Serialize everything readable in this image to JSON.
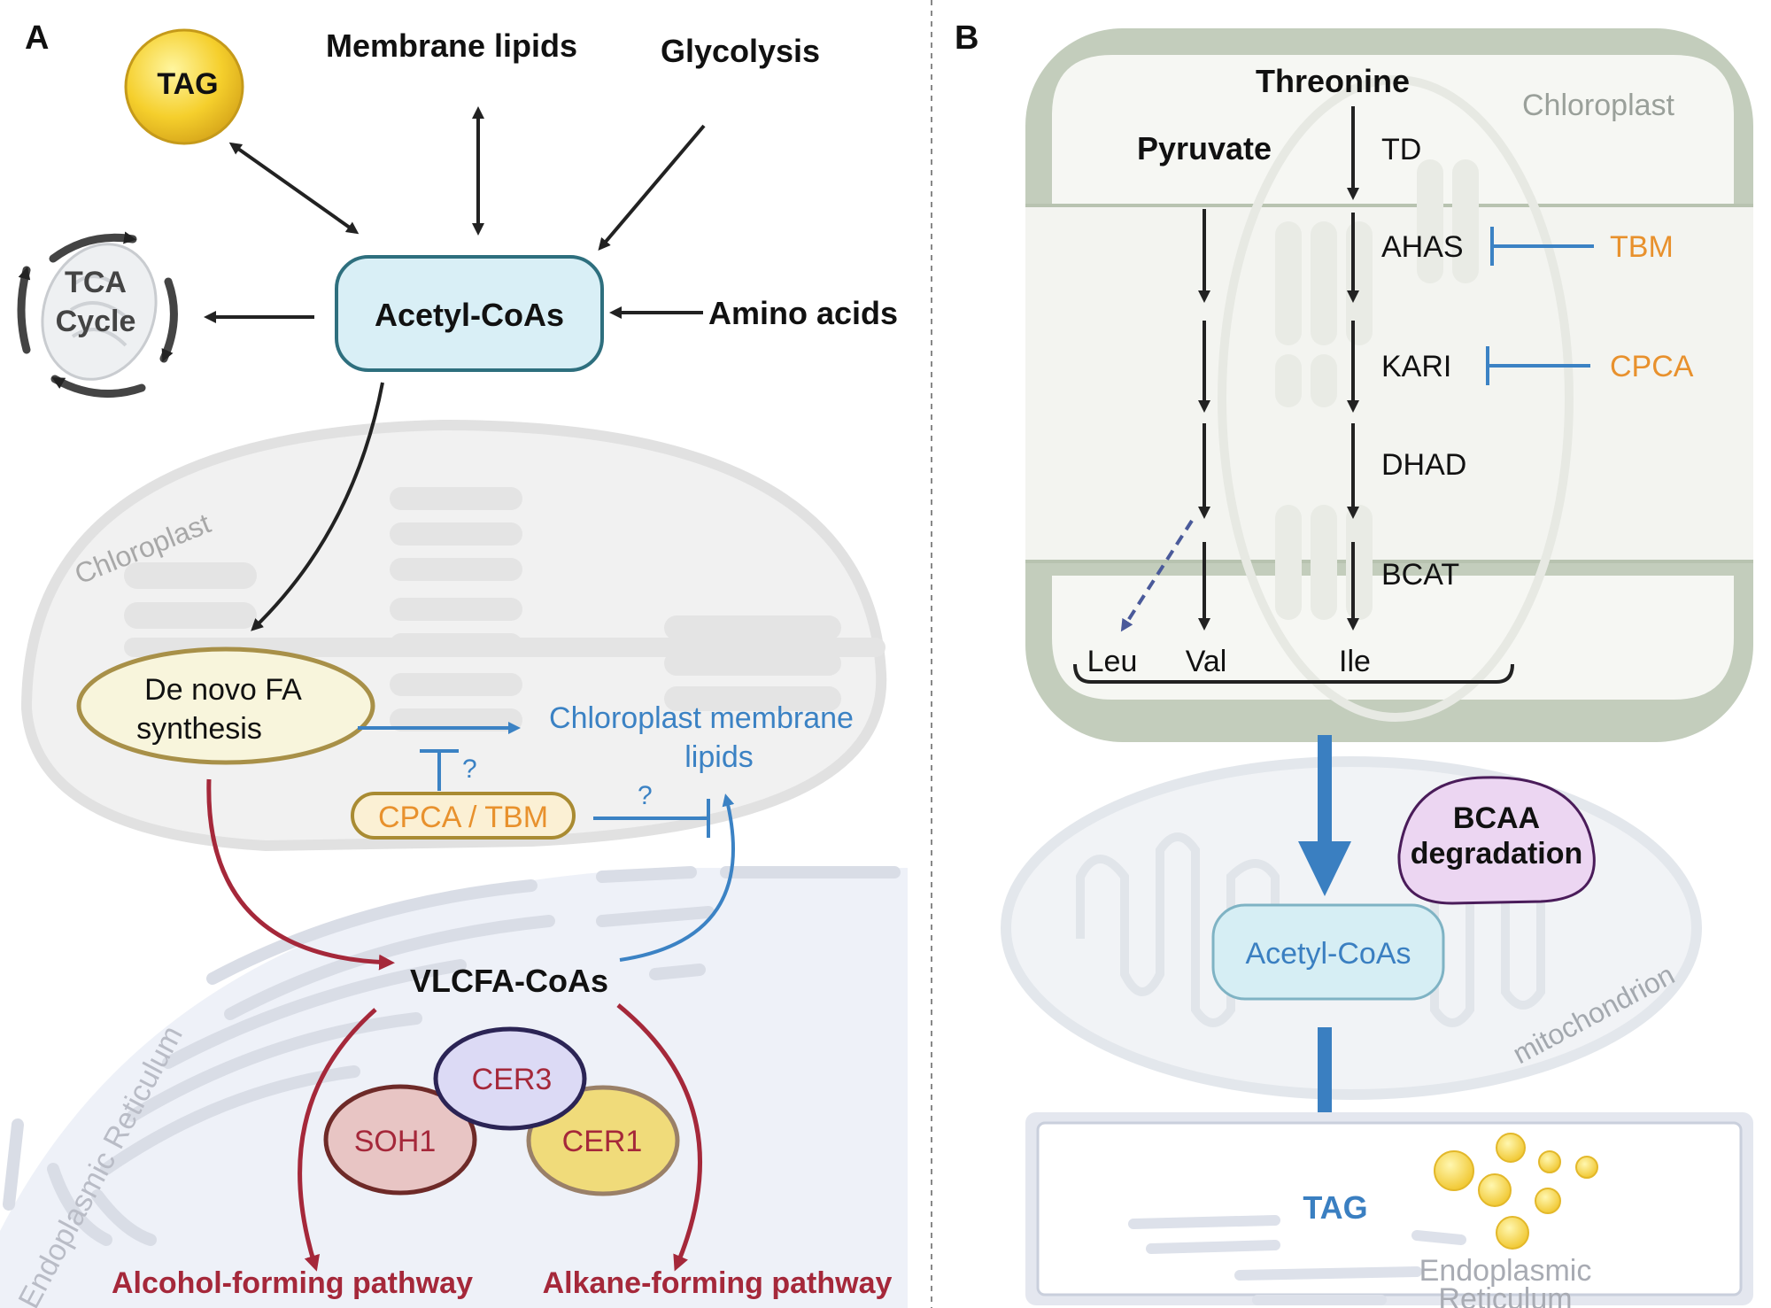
{
  "panel_a": {
    "letter": "A",
    "tag": "TAG",
    "membrane_lipids": "Membrane lipids",
    "glycolysis": "Glycolysis",
    "tca_line1": "TCA",
    "tca_line2": "Cycle",
    "acetyl_coas": "Acetyl-CoAs",
    "amino_acids": "Amino acids",
    "chloroplast": "Chloroplast",
    "de_novo_line1": "De novo FA",
    "de_novo_line2": "synthesis",
    "chloro_membrane_line1": "Chloroplast membrane",
    "chloro_membrane_line2": "lipids",
    "question_mark": "?",
    "cpca_tbm": "CPCA / TBM",
    "vlcfa_coas": "VLCFA-CoAs",
    "cer3": "CER3",
    "soh1": "SOH1",
    "cer1": "CER1",
    "er": "Endoplasmic Reticulum",
    "alcohol_pathway": "Alcohol-forming pathway",
    "alkane_pathway": "Alkane-forming pathway"
  },
  "panel_b": {
    "letter": "B",
    "threonine": "Threonine",
    "chloroplast": "Chloroplast",
    "pyruvate": "Pyruvate",
    "td": "TD",
    "ahas": "AHAS",
    "tbm": "TBM",
    "kari": "KARI",
    "cpca": "CPCA",
    "dhad": "DHAD",
    "bcat": "BCAT",
    "leu": "Leu",
    "val": "Val",
    "ile": "Ile",
    "bcaa_line1": "BCAA",
    "bcaa_line2": "degradation",
    "acetyl_coas": "Acetyl-CoAs",
    "mitochondrion": "mitochondrion",
    "tag": "TAG",
    "er_line1": "Endoplasmic",
    "er_line2": "Reticulum"
  },
  "colors": {
    "inhibitor_blue": "#3b82c4",
    "inhibitor_orange": "#e8912d",
    "pathway_red": "#a5283a",
    "flux_blue": "#3a7fc1"
  }
}
